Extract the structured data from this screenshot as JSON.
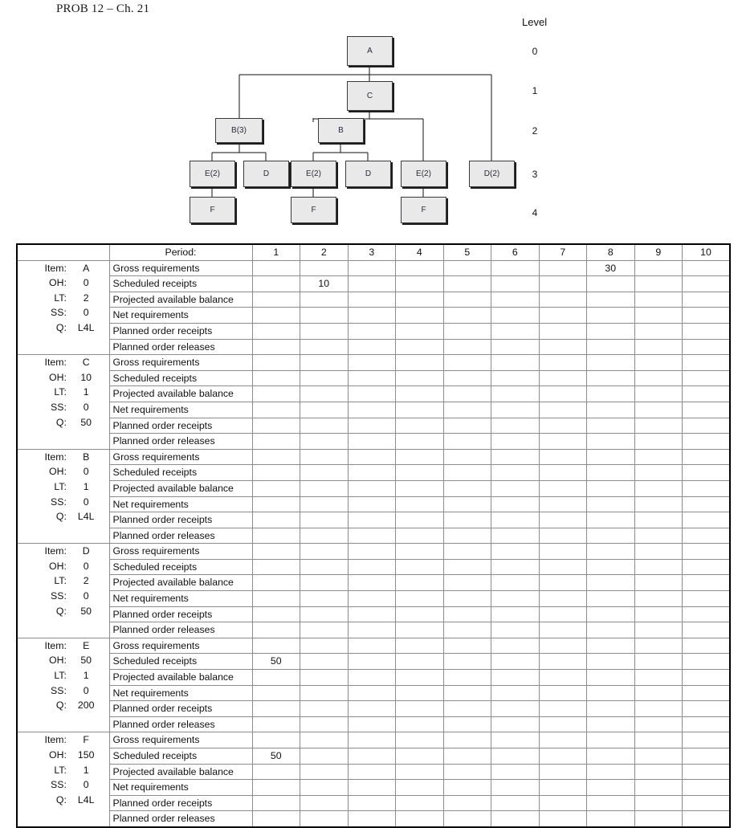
{
  "title": "PROB 12 – Ch. 21",
  "tree": {
    "level_header": "Level",
    "levels": [
      "0",
      "1",
      "2",
      "3",
      "4"
    ],
    "nodes": [
      {
        "id": "a",
        "label": "A",
        "level": 0
      },
      {
        "id": "c",
        "label": "C",
        "level": 1
      },
      {
        "id": "b3",
        "label": "B(3)",
        "level": 2
      },
      {
        "id": "b",
        "label": "B",
        "level": 2
      },
      {
        "id": "e2a",
        "label": "E(2)",
        "level": 3
      },
      {
        "id": "d1",
        "label": "D",
        "level": 3
      },
      {
        "id": "e2b",
        "label": "E(2)",
        "level": 3
      },
      {
        "id": "d2",
        "label": "D",
        "level": 3
      },
      {
        "id": "e2c",
        "label": "E(2)",
        "level": 3
      },
      {
        "id": "dd2",
        "label": "D(2)",
        "level": 3
      },
      {
        "id": "f1",
        "label": "F",
        "level": 4
      },
      {
        "id": "f2",
        "label": "F",
        "level": 4
      },
      {
        "id": "f3",
        "label": "F",
        "level": 4
      }
    ]
  },
  "table": {
    "period_label": "Period:",
    "periods": [
      "1",
      "2",
      "3",
      "4",
      "5",
      "6",
      "7",
      "8",
      "9",
      "10"
    ],
    "row_names": [
      "Gross requirements",
      "Scheduled receipts",
      "Projected available balance",
      "Net requirements",
      "Planned order receipts",
      "Planned order releases"
    ],
    "attr_keys": [
      "Item:",
      "OH:",
      "LT:",
      "SS:",
      "Q:"
    ],
    "blocks": [
      {
        "attrs": [
          "A",
          "0",
          "2",
          "0",
          "L4L"
        ],
        "values": [
          [
            "",
            "",
            "",
            "",
            "",
            "",
            "",
            "30",
            "",
            ""
          ],
          [
            "",
            "10",
            "",
            "",
            "",
            "",
            "",
            "",
            "",
            ""
          ],
          [
            "",
            "",
            "",
            "",
            "",
            "",
            "",
            "",
            "",
            ""
          ],
          [
            "",
            "",
            "",
            "",
            "",
            "",
            "",
            "",
            "",
            ""
          ],
          [
            "",
            "",
            "",
            "",
            "",
            "",
            "",
            "",
            "",
            ""
          ],
          [
            "",
            "",
            "",
            "",
            "",
            "",
            "",
            "",
            "",
            ""
          ]
        ]
      },
      {
        "attrs": [
          "C",
          "10",
          "1",
          "0",
          "50"
        ],
        "values": [
          [
            "",
            "",
            "",
            "",
            "",
            "",
            "",
            "",
            "",
            ""
          ],
          [
            "",
            "",
            "",
            "",
            "",
            "",
            "",
            "",
            "",
            ""
          ],
          [
            "",
            "",
            "",
            "",
            "",
            "",
            "",
            "",
            "",
            ""
          ],
          [
            "",
            "",
            "",
            "",
            "",
            "",
            "",
            "",
            "",
            ""
          ],
          [
            "",
            "",
            "",
            "",
            "",
            "",
            "",
            "",
            "",
            ""
          ],
          [
            "",
            "",
            "",
            "",
            "",
            "",
            "",
            "",
            "",
            ""
          ]
        ]
      },
      {
        "attrs": [
          "B",
          "0",
          "1",
          "0",
          "L4L"
        ],
        "values": [
          [
            "",
            "",
            "",
            "",
            "",
            "",
            "",
            "",
            "",
            ""
          ],
          [
            "",
            "",
            "",
            "",
            "",
            "",
            "",
            "",
            "",
            ""
          ],
          [
            "",
            "",
            "",
            "",
            "",
            "",
            "",
            "",
            "",
            ""
          ],
          [
            "",
            "",
            "",
            "",
            "",
            "",
            "",
            "",
            "",
            ""
          ],
          [
            "",
            "",
            "",
            "",
            "",
            "",
            "",
            "",
            "",
            ""
          ],
          [
            "",
            "",
            "",
            "",
            "",
            "",
            "",
            "",
            "",
            ""
          ]
        ]
      },
      {
        "attrs": [
          "D",
          "0",
          "2",
          "0",
          "50"
        ],
        "values": [
          [
            "",
            "",
            "",
            "",
            "",
            "",
            "",
            "",
            "",
            ""
          ],
          [
            "",
            "",
            "",
            "",
            "",
            "",
            "",
            "",
            "",
            ""
          ],
          [
            "",
            "",
            "",
            "",
            "",
            "",
            "",
            "",
            "",
            ""
          ],
          [
            "",
            "",
            "",
            "",
            "",
            "",
            "",
            "",
            "",
            ""
          ],
          [
            "",
            "",
            "",
            "",
            "",
            "",
            "",
            "",
            "",
            ""
          ],
          [
            "",
            "",
            "",
            "",
            "",
            "",
            "",
            "",
            "",
            ""
          ]
        ]
      },
      {
        "attrs": [
          "E",
          "50",
          "1",
          "0",
          "200"
        ],
        "values": [
          [
            "",
            "",
            "",
            "",
            "",
            "",
            "",
            "",
            "",
            ""
          ],
          [
            "50",
            "",
            "",
            "",
            "",
            "",
            "",
            "",
            "",
            ""
          ],
          [
            "",
            "",
            "",
            "",
            "",
            "",
            "",
            "",
            "",
            ""
          ],
          [
            "",
            "",
            "",
            "",
            "",
            "",
            "",
            "",
            "",
            ""
          ],
          [
            "",
            "",
            "",
            "",
            "",
            "",
            "",
            "",
            "",
            ""
          ],
          [
            "",
            "",
            "",
            "",
            "",
            "",
            "",
            "",
            "",
            ""
          ]
        ]
      },
      {
        "attrs": [
          "F",
          "150",
          "1",
          "0",
          "L4L"
        ],
        "values": [
          [
            "",
            "",
            "",
            "",
            "",
            "",
            "",
            "",
            "",
            ""
          ],
          [
            "50",
            "",
            "",
            "",
            "",
            "",
            "",
            "",
            "",
            ""
          ],
          [
            "",
            "",
            "",
            "",
            "",
            "",
            "",
            "",
            "",
            ""
          ],
          [
            "",
            "",
            "",
            "",
            "",
            "",
            "",
            "",
            "",
            ""
          ],
          [
            "",
            "",
            "",
            "",
            "",
            "",
            "",
            "",
            "",
            ""
          ],
          [
            "",
            "",
            "",
            "",
            "",
            "",
            "",
            "",
            "",
            ""
          ]
        ]
      }
    ]
  },
  "colors": {
    "node_fill": "#e9e9e9",
    "node_border": "#3a3a3a",
    "frame": "#000000",
    "gridline": "#8d8d8d"
  }
}
